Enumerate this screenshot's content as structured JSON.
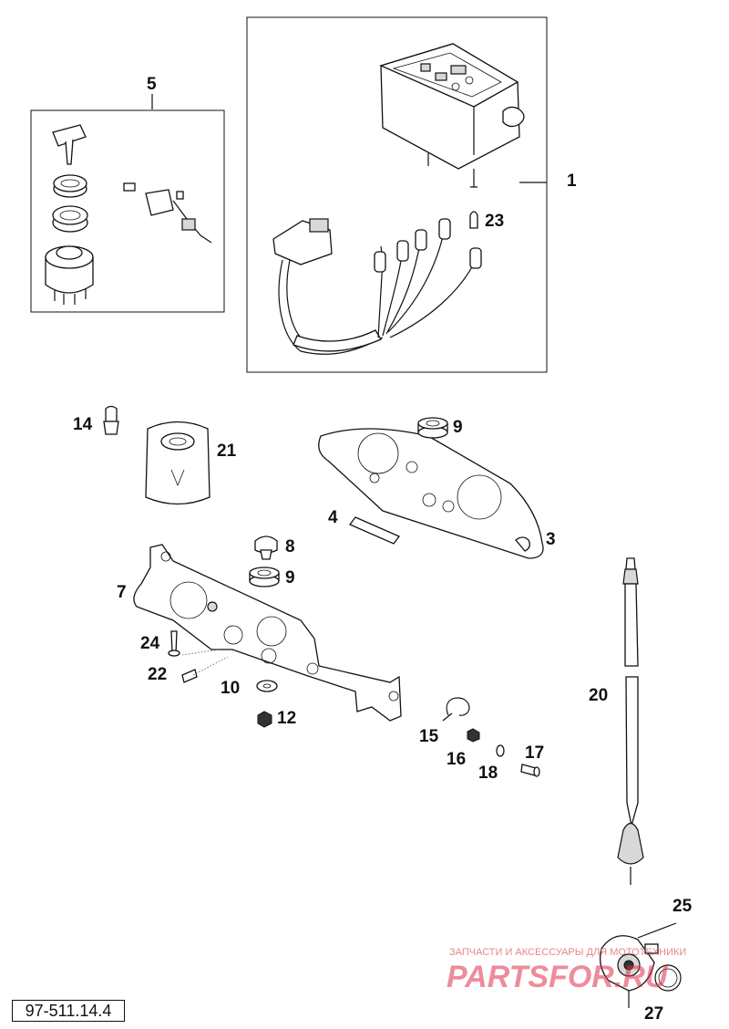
{
  "diagram": {
    "part_numbers": [
      "1",
      "3",
      "4",
      "5",
      "7",
      "8",
      "9",
      "9",
      "10",
      "12",
      "14",
      "15",
      "16",
      "17",
      "18",
      "20",
      "21",
      "22",
      "23",
      "24",
      "25",
      "27"
    ],
    "reference_code": "97-511.14.4",
    "watermark": {
      "top_text": "ЗАПЧАСТИ И АКСЕССУАРЫ ДЛЯ МОТОТЕХНИКИ",
      "logo_text": "PARTSFOR.RU"
    }
  }
}
